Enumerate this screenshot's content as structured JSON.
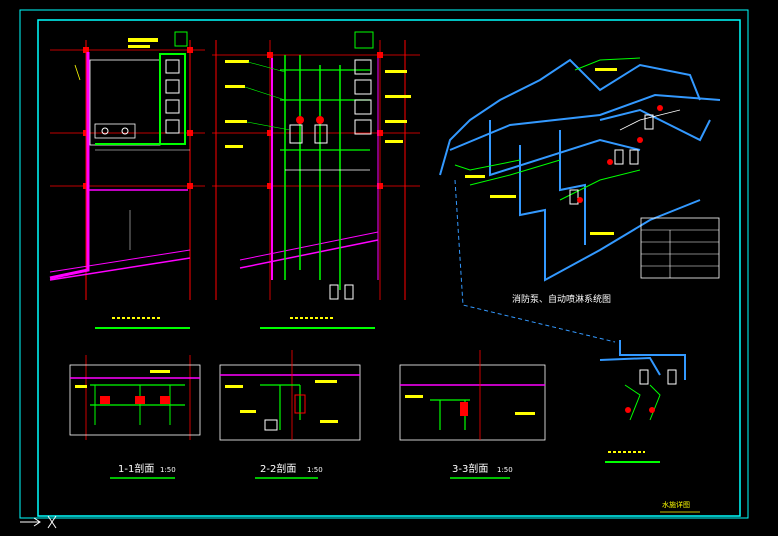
{
  "sections": {
    "s1": {
      "title": "1-1剖面",
      "scale": "1:50"
    },
    "s2": {
      "title": "2-2剖面",
      "scale": "1:50"
    },
    "s3": {
      "title": "3-3剖面",
      "scale": "1:50"
    }
  },
  "isometric": {
    "title": "消防泵、自动喷淋系统图"
  },
  "title_block": {
    "label": "水施详图"
  },
  "colors": {
    "background": "#000000",
    "frame": "#00ffff",
    "grid_axis": "#ff0000",
    "walls": "#ff00ff",
    "pipe_green": "#00ff00",
    "pipe_blue": "#3399ff",
    "text_yellow": "#ffff00",
    "text_white": "#ffffff"
  },
  "icons": {
    "ucs": "ucs-axis-icon"
  }
}
